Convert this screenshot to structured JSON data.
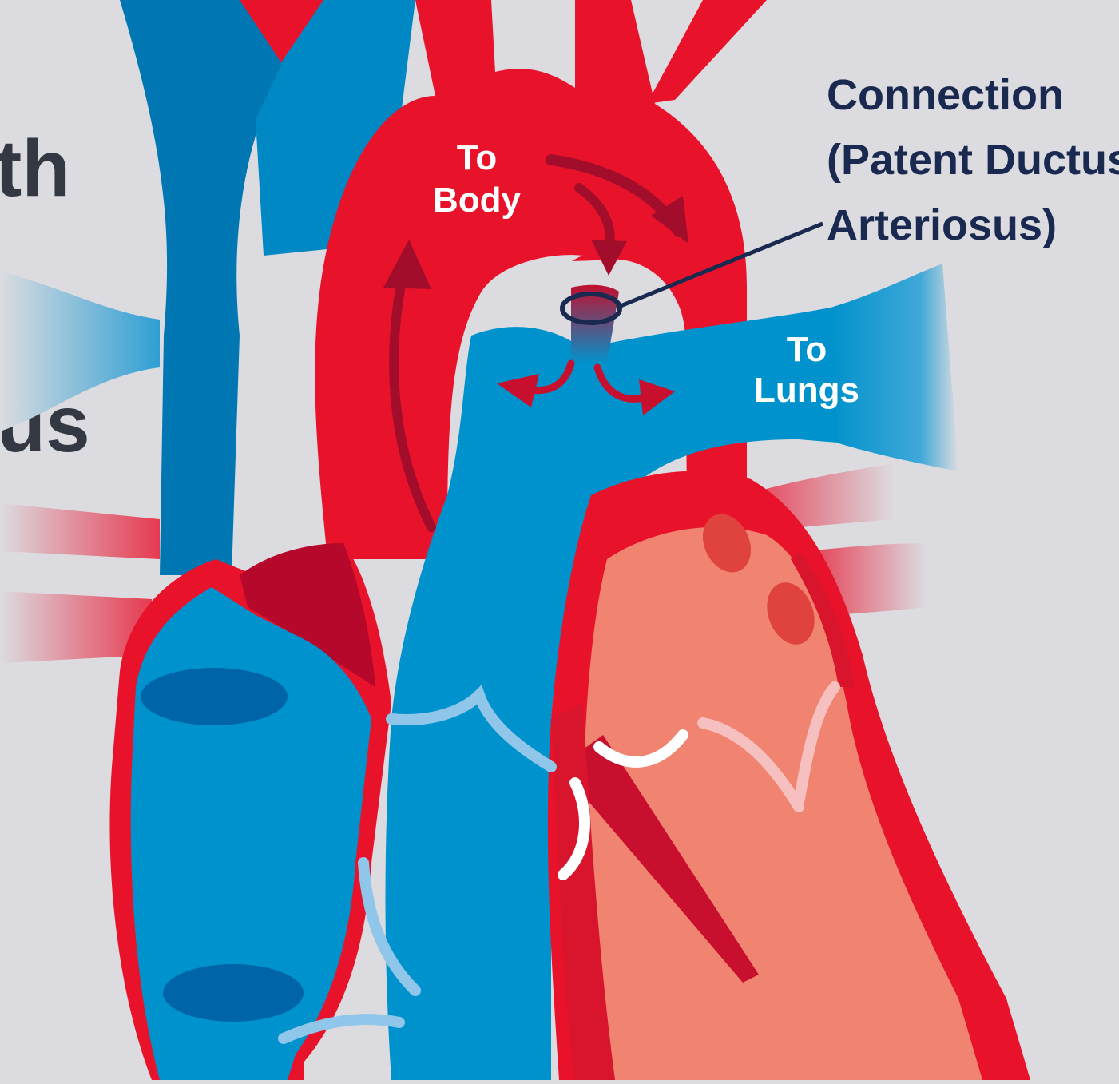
{
  "labels": {
    "to_body": [
      "To",
      "Body"
    ],
    "to_lungs": [
      "To",
      "Lungs"
    ],
    "connection": [
      "Connection",
      "(Patent Ductus",
      "Arteriosus)"
    ],
    "cropped_left_1": "th",
    "cropped_left_2": "us"
  },
  "colors": {
    "background": "#dcdce0",
    "deoxygenated_blue": "#0092cc",
    "dark_blue": "#0077b3",
    "oxygenated_red": "#e8132b",
    "dark_red": "#b5082a",
    "muscle_salmon": "#f08470",
    "label_navy": "#1a2950",
    "arrow_maroon": "#a30d2c"
  },
  "icons": [
    "flow-arrow",
    "ductus-ring"
  ]
}
